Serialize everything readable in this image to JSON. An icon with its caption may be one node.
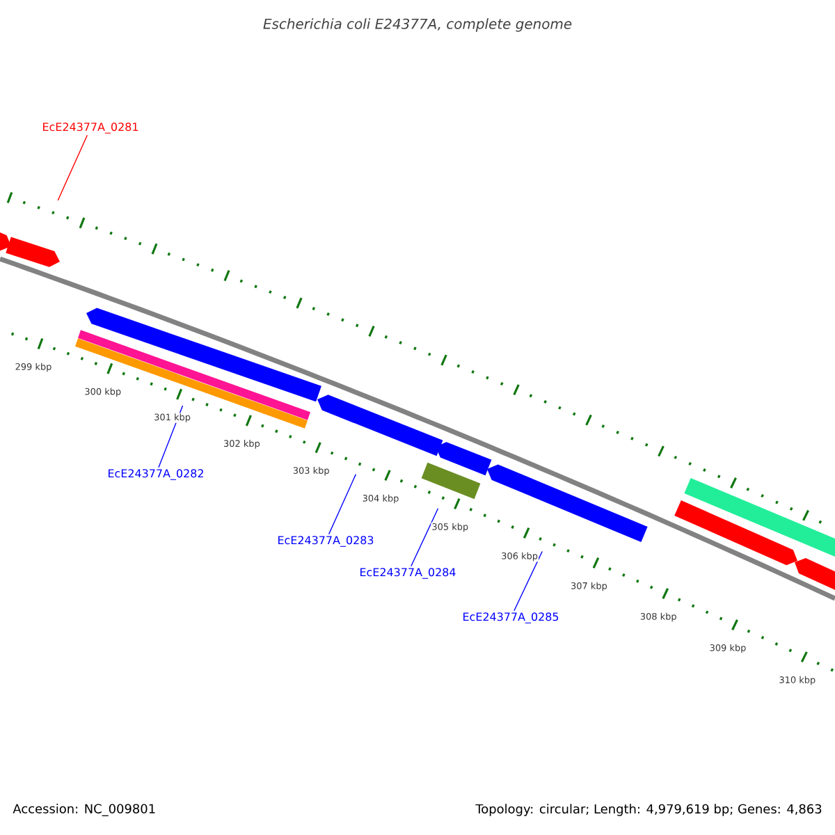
{
  "diagram": {
    "title": "Escherichia coli E24377A, complete genome",
    "nodes": [
      {
        "text": [
          "EcE24377A_0281"
        ]
      },
      {
        "text": [
          "EcE24377A_0282"
        ]
      },
      {
        "text": [
          "EcE24377A_0283"
        ]
      },
      {
        "text": [
          "EcE24377A_0284"
        ]
      },
      {
        "text": [
          "EcE24377A_0285"
        ]
      },
      {
        "text": [],
        "shape": "box"
      },
      {
        "text": [],
        "shape": "box"
      },
      {
        "text": [],
        "shape": "bar"
      },
      {
        "text": [],
        "shape": "bar"
      },
      {
        "text": [],
        "shape": "box"
      },
      {
        "text": [],
        "shape": "box"
      },
      {
        "text": [],
        "shape": "bar"
      },
      {
        "text": [],
        "shape": "box"
      },
      {
        "text": [],
        "shape": "box"
      },
      {
        "text": [],
        "shape": "box"
      },
      {
        "text": [],
        "shape": "bar"
      },
      {
        "text": [],
        "shape": "box"
      }
    ],
    "edges": [
      {
        "from": 0,
        "to": 6,
        "arrow": "none",
        "color": "#ff0000"
      },
      {
        "from": 1,
        "to": 7,
        "arrow": "none"
      },
      {
        "from": 2,
        "to": 10,
        "arrow": "none"
      },
      {
        "from": 3,
        "to": 11,
        "arrow": "none"
      },
      {
        "from": 4,
        "to": 13,
        "arrow": "none"
      }
    ],
    "labels": [
      "299 kbp",
      "300 kbp",
      "301 kbp",
      "302 kbp",
      "303 kbp",
      "304 kbp",
      "305 kbp",
      "306 kbp",
      "307 kbp",
      "308 kbp",
      "309 kbp",
      "310 kbp",
      "Accession: NC_009801",
      "Topology: circular; Length: 4,979,619 bp; Genes: 4,863"
    ]
  }
}
